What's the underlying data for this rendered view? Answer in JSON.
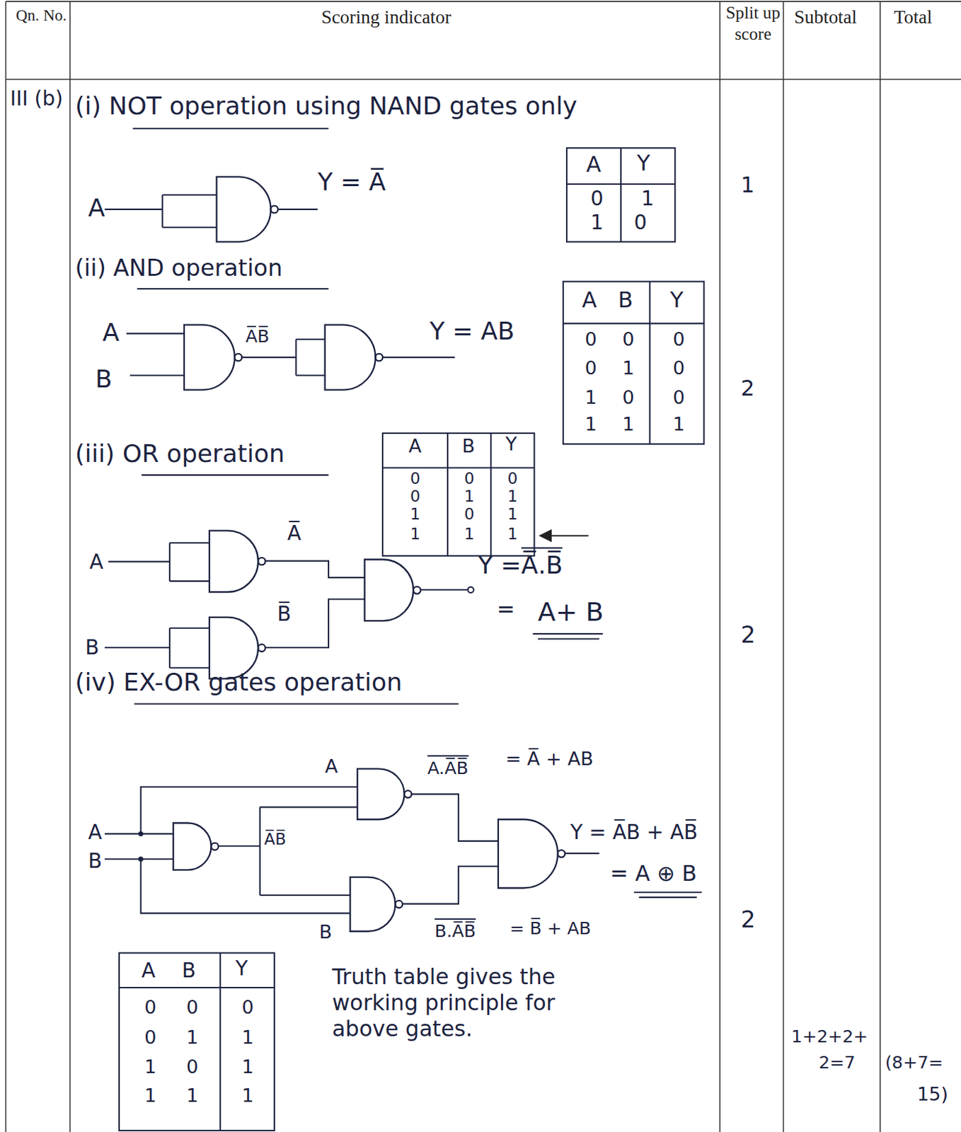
{
  "diagram": {
    "labels": [
      "Qn. No.",
      "Scoring indicator",
      "Split up score",
      "Subtotal",
      "Total",
      "III (b)",
      "(i) NOT operation using NAND gates only",
      "A",
      "Y = A̅",
      "A",
      "Y",
      "0",
      "1",
      "1",
      "0",
      "1",
      "(ii) AND operation",
      "A",
      "B",
      "A̅B̅",
      "Y = AB",
      "A",
      "B",
      "Y",
      "0",
      "0",
      "0",
      "0",
      "1",
      "0",
      "1",
      "0",
      "0",
      "1",
      "1",
      "1",
      "2",
      "(iii) OR operation",
      "A",
      "B",
      "Y",
      "0",
      "0",
      "0",
      "0",
      "1",
      "1",
      "1",
      "0",
      "1",
      "1",
      "1",
      "1",
      "A",
      "A̅",
      "B",
      "B̅",
      "Y =",
      "A̅.B̅",
      "=",
      "A+ B",
      "2",
      "(iv) EX-OR gates operation",
      "A",
      "A.A̅B̅",
      "= A̅ + AB",
      "A",
      "B",
      "A̅B̅",
      "Y = A̅B + AB̅",
      "= A ⊕ B",
      "B",
      "B.A̅B̅",
      "= B̅ + AB",
      "2",
      "A",
      "B",
      "Y",
      "0",
      "0",
      "0",
      "0",
      "1",
      "1",
      "1",
      "0",
      "1",
      "1",
      "1",
      "1",
      "Truth table gives the working principle for above gates.",
      "1+2+2+",
      "2=7",
      "(8+7=",
      "15)"
    ]
  }
}
